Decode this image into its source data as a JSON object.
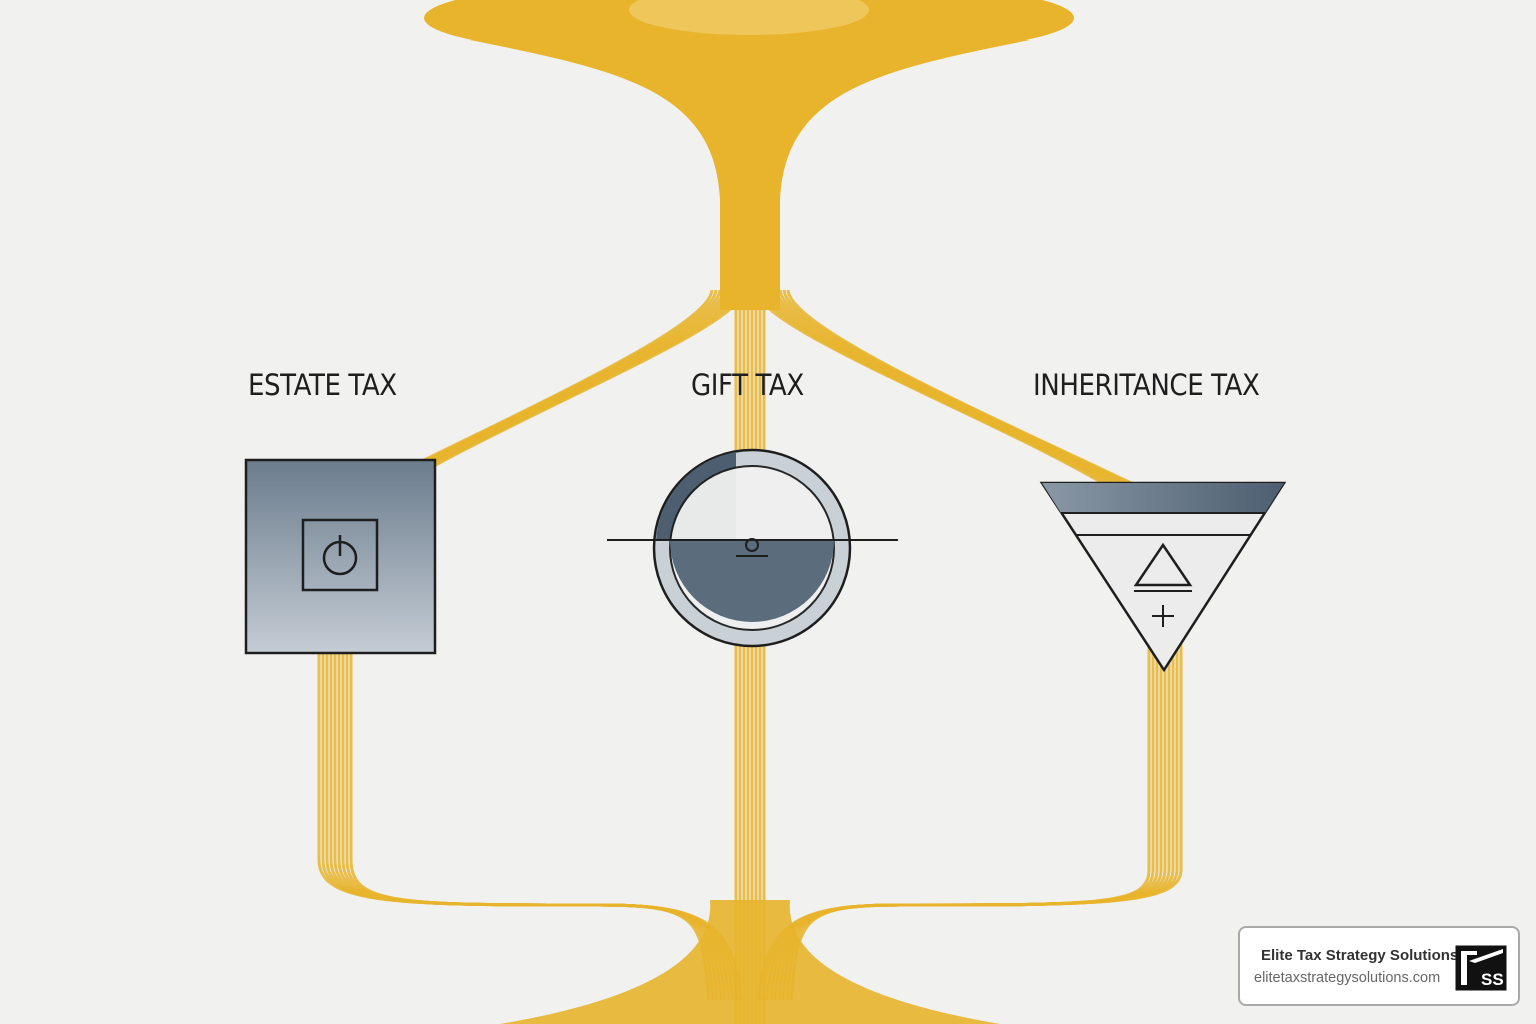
{
  "labels": {
    "estate": "ESTATE TAX",
    "gift": "GIFT TAX",
    "inheritance": "INHERITANCE TAX"
  },
  "icons": {
    "estate": "square-power-icon",
    "gift": "half-circle-scale-icon",
    "inheritance": "inverted-triangle-icon"
  },
  "brand": {
    "name": "Elite Tax Strategy Solutions",
    "url": "elitetaxstrategysolutions.com",
    "logo_text": "ETSS"
  },
  "colors": {
    "stream": "#e8b42c",
    "slate": "#4c5e70",
    "background": "#f1f1f0",
    "outline": "#1e1e1e"
  }
}
